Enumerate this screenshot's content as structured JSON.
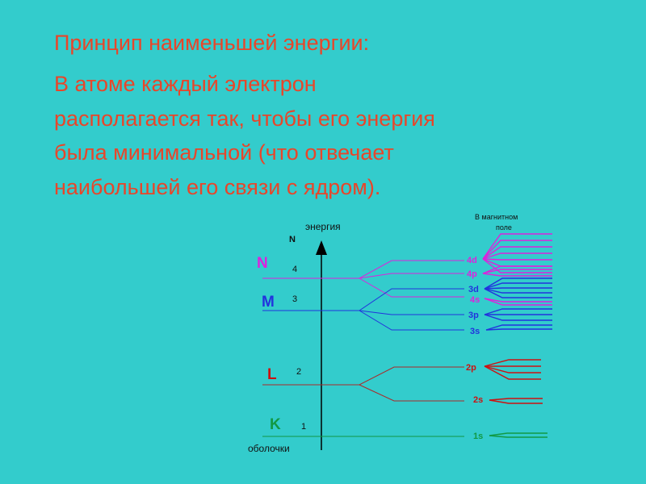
{
  "slide": {
    "title": "Принцип наименьшей энергии:",
    "text_lines": [
      "В атоме каждый электрон",
      "располагается так, чтобы его энергия",
      "была минимальной (что отвечает",
      "наибольшей его связи с ядром)."
    ]
  },
  "diagram": {
    "axis_label": "энергия",
    "shell_number_header": "N",
    "shells_label": "оболочки",
    "field_label_line1": "В магнитном",
    "field_label_line2": "поле",
    "shells": [
      {
        "letter": "N",
        "number": "4",
        "color": "#dd22dd"
      },
      {
        "letter": "M",
        "number": "3",
        "color": "#2233dd"
      },
      {
        "letter": "L",
        "number": "2",
        "color": "#cc1111"
      },
      {
        "letter": "K",
        "number": "1",
        "color": "#119944"
      }
    ],
    "sublevels": [
      {
        "name": "4d",
        "color": "#dd22dd"
      },
      {
        "name": "4p",
        "color": "#dd22dd"
      },
      {
        "name": "3d",
        "color": "#2233dd"
      },
      {
        "name": "4s",
        "color": "#dd22dd"
      },
      {
        "name": "3p",
        "color": "#2233dd"
      },
      {
        "name": "3s",
        "color": "#2233dd"
      },
      {
        "name": "2p",
        "color": "#cc1111"
      },
      {
        "name": "2s",
        "color": "#cc1111"
      },
      {
        "name": "1s",
        "color": "#119944"
      }
    ]
  }
}
